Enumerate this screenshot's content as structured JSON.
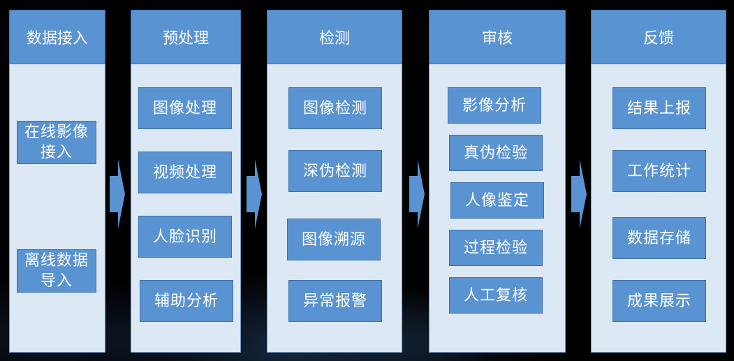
{
  "stages": [
    {
      "header": "数据接入",
      "items": [
        "在线影像接入",
        "离线数据导入"
      ]
    },
    {
      "header": "预处理",
      "items": [
        "图像处理",
        "视频处理",
        "人脸识别",
        "辅助分析"
      ]
    },
    {
      "header": "检测",
      "items": [
        "图像检测",
        "深伪检测",
        "图像溯源",
        "异常报警"
      ]
    },
    {
      "header": "审核",
      "items": [
        "影像分析",
        "真伪检验",
        "人像鉴定",
        "过程检验",
        "人工复核"
      ]
    },
    {
      "header": "反馈",
      "items": [
        "结果上报",
        "工作统计",
        "数据存储",
        "成果展示"
      ]
    }
  ],
  "colors": {
    "header_fill": "#5a93d1",
    "box_fill": "#5a93d1",
    "column_fill": "#dde8f5",
    "arrow_fill": "#5a93d1",
    "background": "#000000"
  }
}
